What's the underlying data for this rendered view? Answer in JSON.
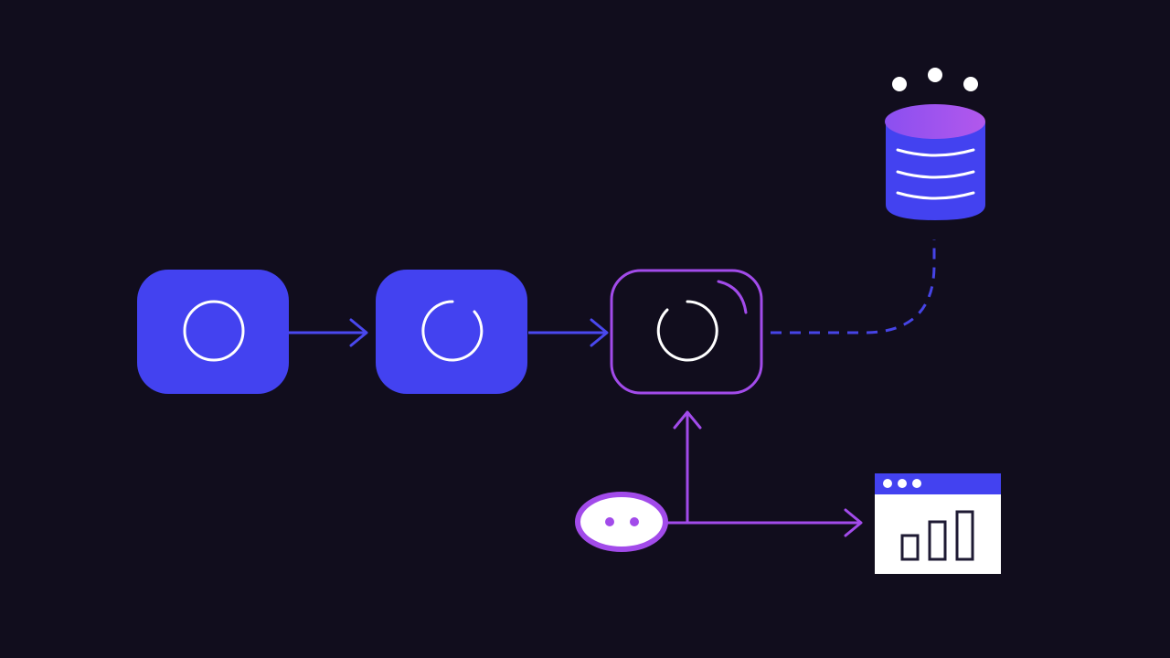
{
  "colors": {
    "background": "#110d1d",
    "node_blue": "#4342f0",
    "purple": "#a24bea",
    "purple_light": "#b56cf0",
    "white": "#ffffff",
    "arrow_blue": "#4a48ee",
    "dashed_blue": "#4644e6",
    "chart_bars": "#1e1a33"
  },
  "nodes": [
    {
      "id": "step-1",
      "kind": "filled",
      "icon": "ring-icon"
    },
    {
      "id": "step-2",
      "kind": "filled",
      "icon": "ring-partial-icon"
    },
    {
      "id": "step-3",
      "kind": "outlined",
      "icon": "loading-ring-icon"
    }
  ],
  "database": {
    "icon": "database-icon",
    "status": "loading-dots-icon"
  },
  "chat": {
    "icon": "chat-bubble-icon"
  },
  "dashboard": {
    "icon": "bar-chart-window-icon",
    "bars": [
      0.45,
      0.7,
      0.9
    ]
  }
}
